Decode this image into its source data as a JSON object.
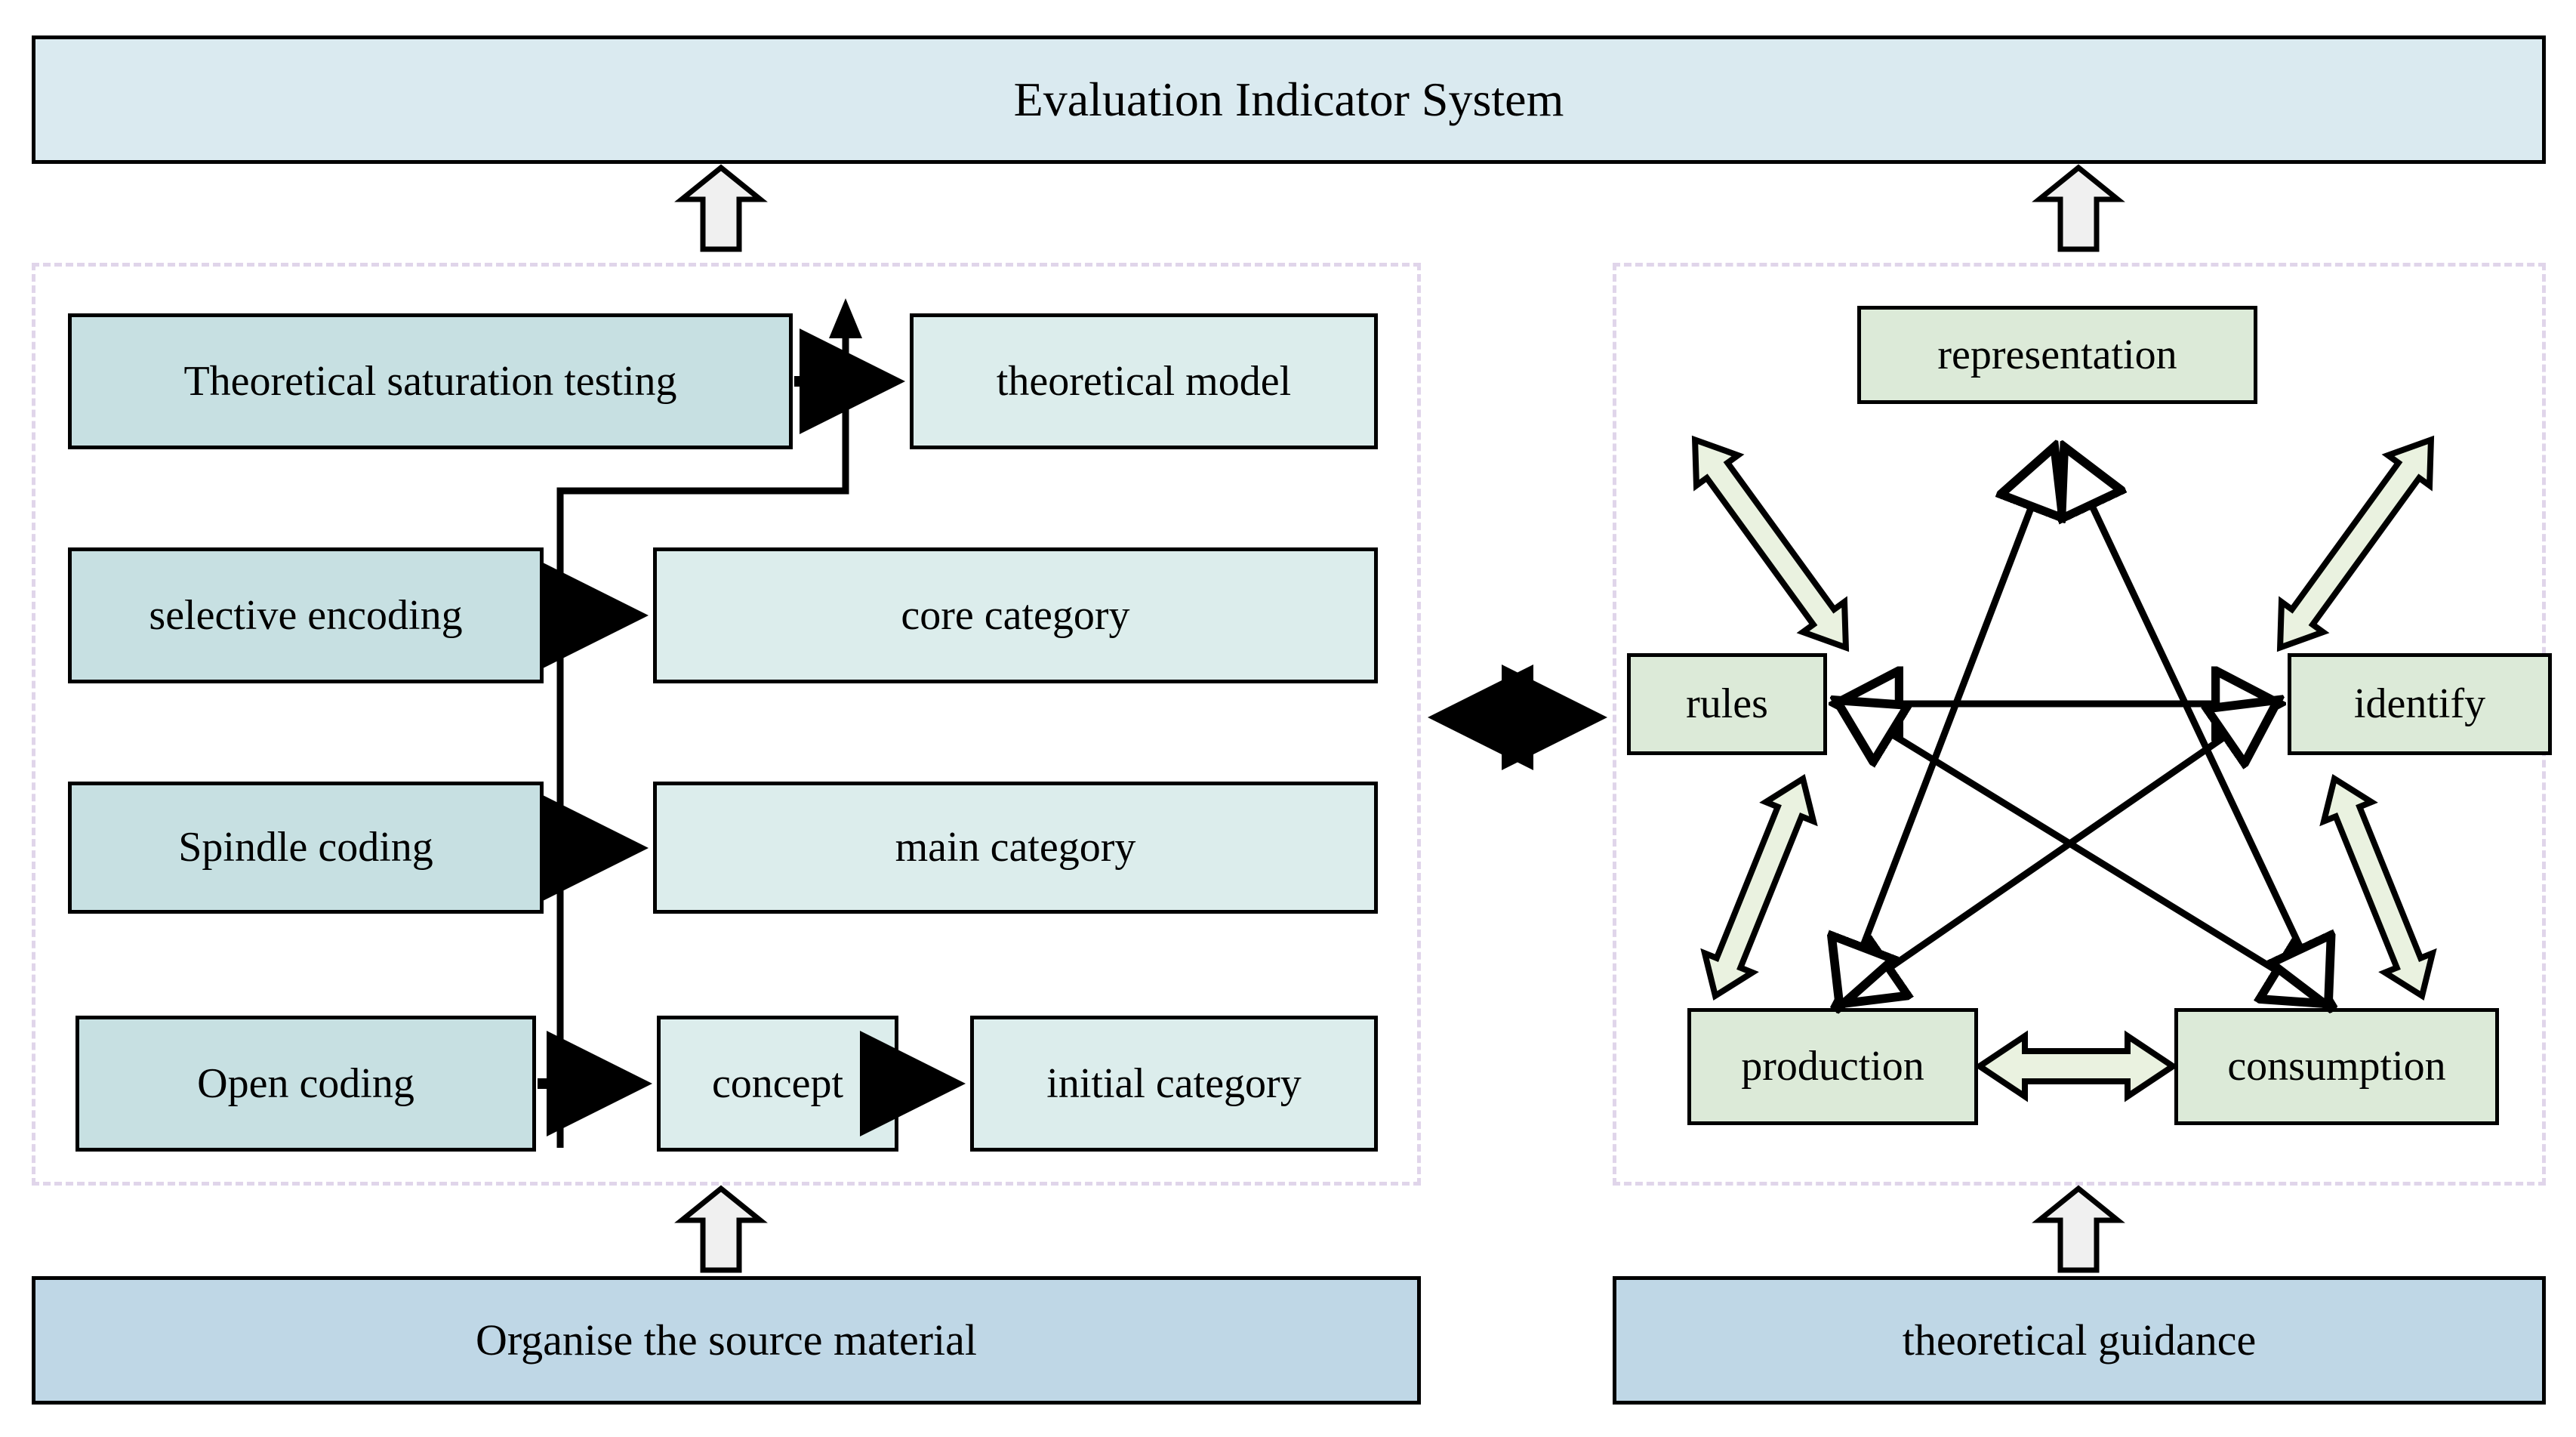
{
  "diagram": {
    "title_bar": {
      "label": "Evaluation Indicator System"
    },
    "left_panel": {
      "name": "grounded-theory-coding-panel",
      "bottom_source": {
        "label": "Organise the source material"
      },
      "rows": [
        {
          "process": "Theoretical saturation testing",
          "outputs": [
            "theoretical model"
          ]
        },
        {
          "process": "selective encoding",
          "outputs": [
            "core category"
          ]
        },
        {
          "process": "Spindle coding",
          "outputs": [
            "main category"
          ]
        },
        {
          "process": "Open coding",
          "outputs": [
            "concept",
            "initial category"
          ]
        }
      ]
    },
    "right_panel": {
      "name": "circuit-of-culture-panel",
      "bottom_source": {
        "label": "theoretical guidance"
      },
      "nodes": [
        {
          "id": "representation",
          "label": "representation",
          "position": "top"
        },
        {
          "id": "rules",
          "label": "rules",
          "position": "left"
        },
        {
          "id": "identify",
          "label": "identify",
          "position": "right"
        },
        {
          "id": "production",
          "label": "production",
          "position": "bottom-left"
        },
        {
          "id": "consumption",
          "label": "consumption",
          "position": "bottom-right"
        }
      ],
      "block_arrows": [
        {
          "from": "rules",
          "to": "representation"
        },
        {
          "from": "representation",
          "to": "identify"
        },
        {
          "from": "rules",
          "to": "production"
        },
        {
          "from": "identify",
          "to": "consumption"
        },
        {
          "from": "production",
          "to": "consumption"
        }
      ],
      "pentagram_links": [
        {
          "from": "rules",
          "to": "identify"
        },
        {
          "from": "rules",
          "to": "consumption"
        },
        {
          "from": "identify",
          "to": "production"
        },
        {
          "from": "representation",
          "to": "production"
        },
        {
          "from": "representation",
          "to": "consumption"
        }
      ]
    },
    "cross_panel_link": {
      "label": "",
      "kind": "double-headed-arrow"
    },
    "colors": {
      "title_fill": "#daeaf0",
      "source_fill": "#bfd7e6",
      "process_fill": "#c7e0e2",
      "output_fill": "#dcedec",
      "culture_fill": "#dcead8",
      "panel_dash": "#e0d5ea",
      "block_arrow_fill": "#f0f0f0",
      "block_arrow_green_fill": "#eaf2e0",
      "stroke": "#000000"
    }
  }
}
